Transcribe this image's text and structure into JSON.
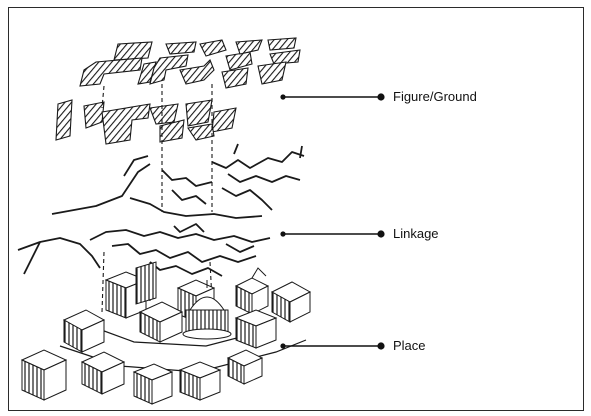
{
  "figure": {
    "labels": {
      "figure_ground": "Figure/Ground",
      "linkage": "Linkage",
      "place": "Place"
    },
    "layers": [
      "figure-ground-layer",
      "linkage-layer",
      "place-layer"
    ],
    "colors": {
      "ink": "#1a1a1a",
      "paper": "#ffffff",
      "frame": "#2b2b2b"
    }
  }
}
